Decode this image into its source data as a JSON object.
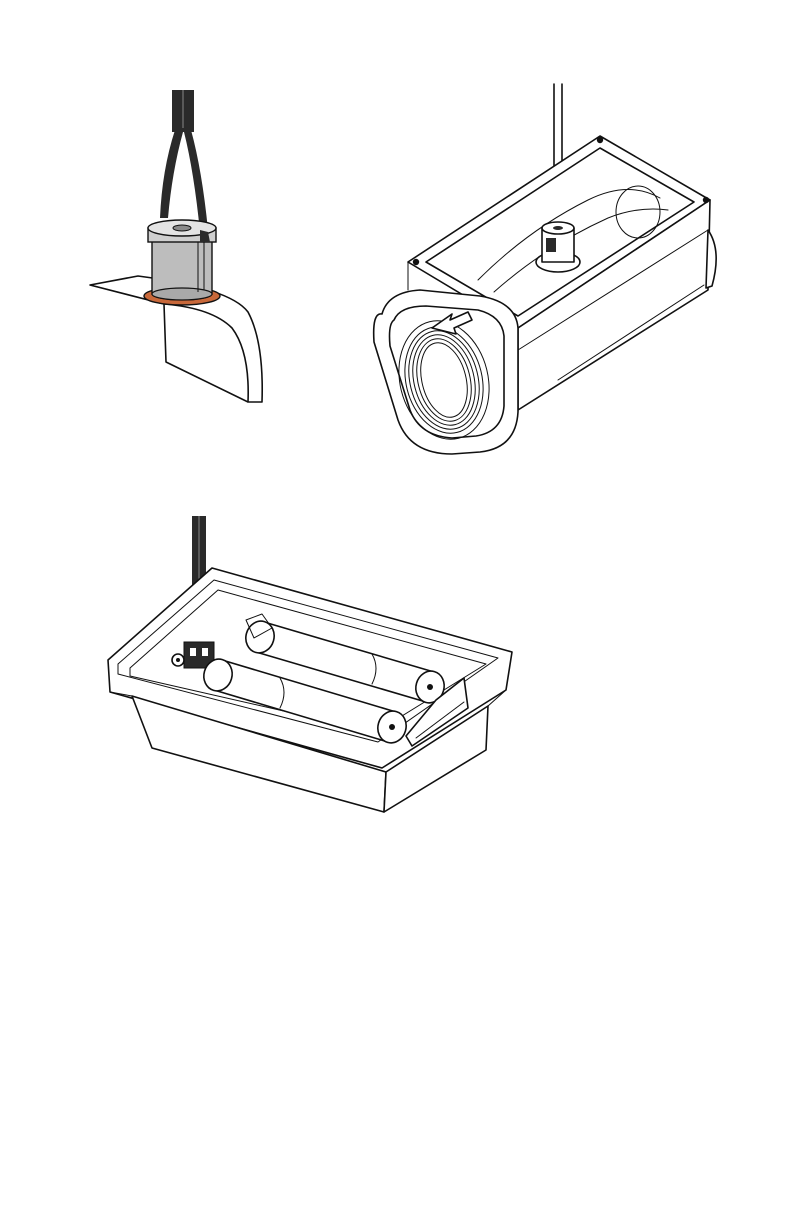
{
  "page": {
    "background": "#ffffff"
  },
  "figures": {
    "sensor_detail": {
      "icon": "sensor-insert-with-gasket",
      "gasket_color": "#c8683a",
      "body_color": "#bdbdbd",
      "cable_color": "#2a2a2a"
    },
    "meter_body": {
      "icon": "flow-meter-housing-with-sensor"
    },
    "battery_housing": {
      "icon": "battery-compartment-with-connector",
      "cell_count": 2
    }
  }
}
